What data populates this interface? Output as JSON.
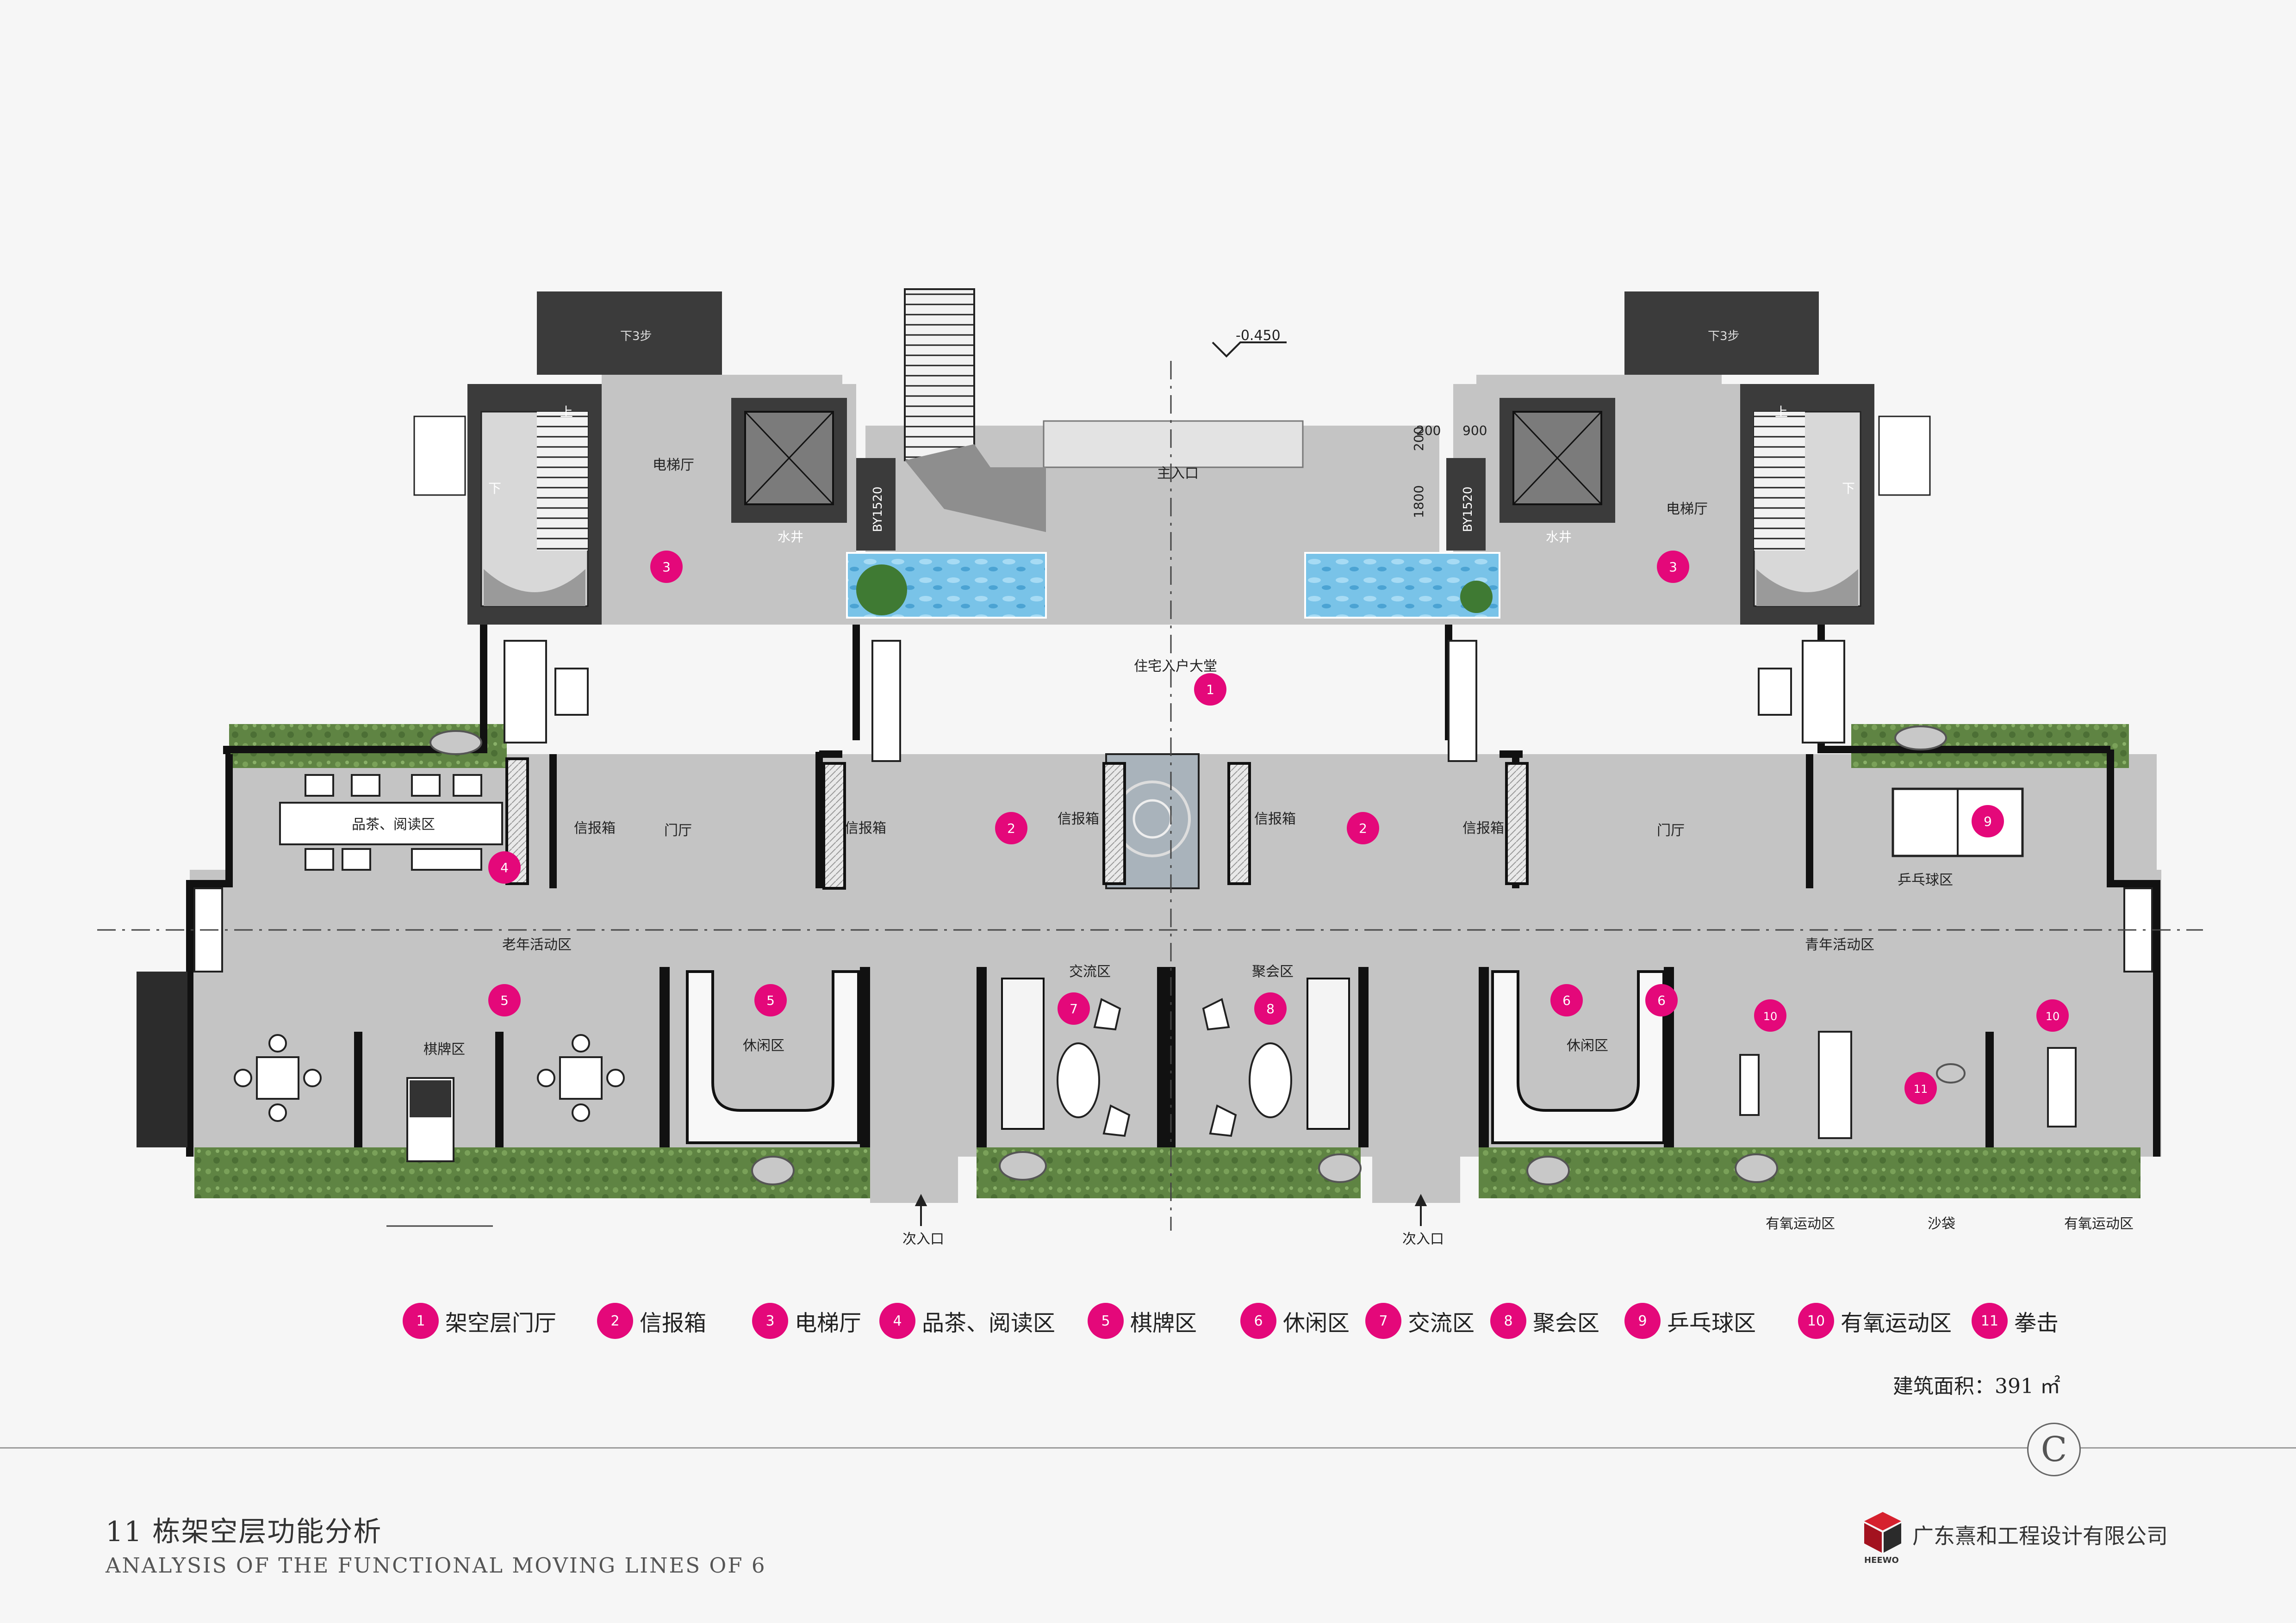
{
  "plan": {
    "elevation": "-0.450",
    "main_entrance": "主入口",
    "side_entrance_left": "次入口",
    "side_entrance_right": "次入口",
    "stair_down_left": "下3步",
    "stair_down_right": "下3步",
    "stair_up": "上",
    "stair_down": "下",
    "shaft": "水井",
    "box_code": "BY1520",
    "dims": {
      "d200a": "200",
      "d900": "900",
      "d200b": "200",
      "d1800": "1800"
    },
    "room_labels": {
      "elevator_hall_left": "电梯厅",
      "elevator_hall_right": "电梯厅",
      "lobby": "住宅入户大堂",
      "vestibule_left": "门厅",
      "vestibule_right": "门厅",
      "mailbox_1": "信报箱",
      "mailbox_2": "信报箱",
      "mailbox_3": "信报箱",
      "mailbox_4": "信报箱",
      "mailbox_5": "信报箱",
      "tea_reading": "品茶、阅读区",
      "senior_activity": "老年活动区",
      "youth_activity": "青年活动区",
      "chess_cards": "棋牌区",
      "leisure_left": "休闲区",
      "leisure_right": "休闲区",
      "exchange": "交流区",
      "gathering": "聚会区",
      "ping_pong": "乒乓球区",
      "aerobic_left": "有氧运动区",
      "aerobic_right": "有氧运动区",
      "sandbag": "沙袋"
    },
    "markers": [
      "1",
      "2",
      "2",
      "3",
      "3",
      "4",
      "5",
      "5",
      "6",
      "6",
      "7",
      "8",
      "9",
      "10",
      "10",
      "11"
    ]
  },
  "legend": [
    {
      "num": "1",
      "label": "架空层门厅"
    },
    {
      "num": "2",
      "label": "信报箱"
    },
    {
      "num": "3",
      "label": "电梯厅"
    },
    {
      "num": "4",
      "label": "品茶、阅读区"
    },
    {
      "num": "5",
      "label": "棋牌区"
    },
    {
      "num": "6",
      "label": "休闲区"
    },
    {
      "num": "7",
      "label": "交流区"
    },
    {
      "num": "8",
      "label": "聚会区"
    },
    {
      "num": "9",
      "label": "乒乓球区"
    },
    {
      "num": "10",
      "label": "有氧运动区"
    },
    {
      "num": "11",
      "label": "拳击"
    }
  ],
  "area_text": "建筑面积：391 ㎡",
  "circle_letter": "C",
  "title_cn": "11 栋架空层功能分析",
  "title_en": "ANALYSIS OF THE FUNCTIONAL MOVING LINES OF 6",
  "company": {
    "logo_text": "HEEWO",
    "name": "广东熹和工程设计有限公司"
  },
  "colors": {
    "accent": "#e4087a",
    "floor": "#c4c4c4",
    "wall": "#111111",
    "core": "#3b3b3b",
    "water": "#79c3e8",
    "green": "#5f8443"
  }
}
